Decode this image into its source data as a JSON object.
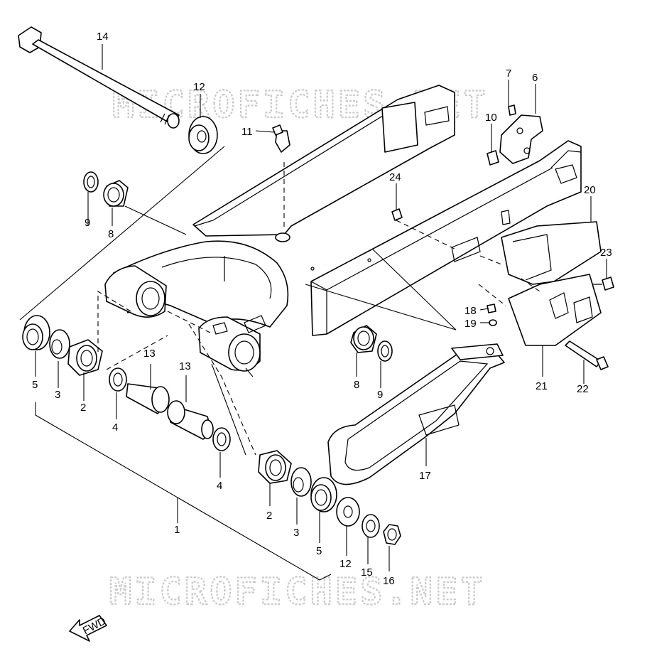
{
  "watermark": "MICROFICHES.NET",
  "fwd_label": "FWD",
  "part_labels": {
    "p1": "1",
    "p2a": "2",
    "p2b": "2",
    "p3a": "3",
    "p3b": "3",
    "p4a": "4",
    "p4b": "4",
    "p5a": "5",
    "p5b": "5",
    "p6": "6",
    "p7": "7",
    "p8a": "8",
    "p8b": "8",
    "p9a": "9",
    "p9b": "9",
    "p10": "10",
    "p11": "11",
    "p12a": "12",
    "p12b": "12",
    "p13a": "13",
    "p13b": "13",
    "p14": "14",
    "p15": "15",
    "p16": "16",
    "p17": "17",
    "p18": "18",
    "p19": "19",
    "p20": "20",
    "p21": "21",
    "p22": "22",
    "p23": "23",
    "p24": "24"
  }
}
